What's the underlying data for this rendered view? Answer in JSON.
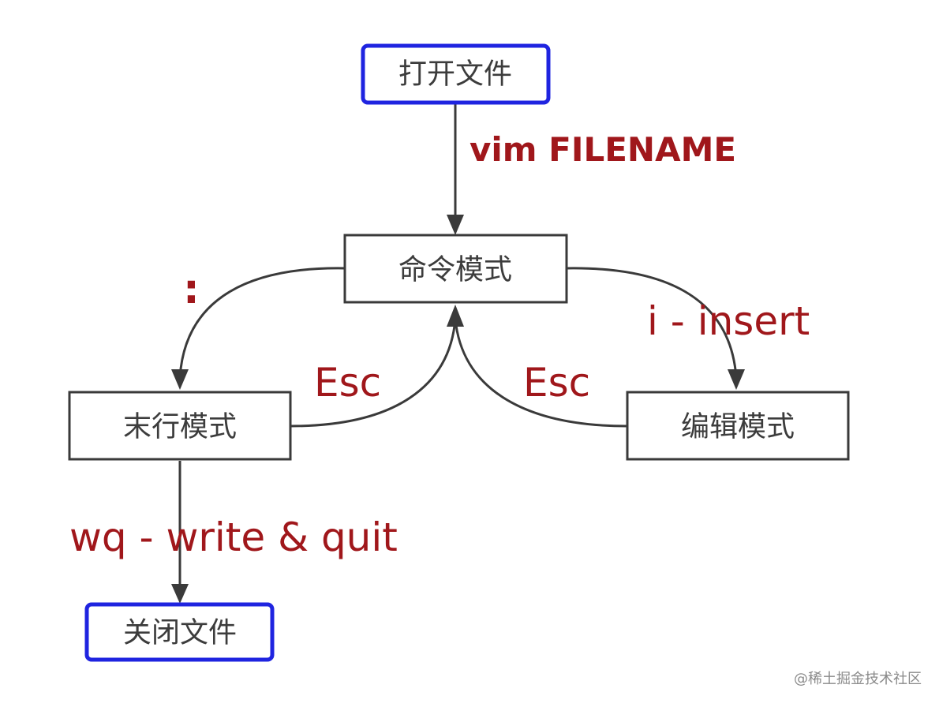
{
  "nodes": {
    "open_file": "打开文件",
    "command_mode": "命令模式",
    "last_line_mode": "末行模式",
    "edit_mode": "编辑模式",
    "close_file": "关闭文件"
  },
  "edges": {
    "open_to_command": "vim FILENAME",
    "command_to_last_line": ":",
    "last_line_to_command": "Esc",
    "command_to_edit": "i - insert",
    "edit_to_command": "Esc",
    "last_line_to_close": "wq - write & quit"
  },
  "colors": {
    "terminal_border": "#1f24e0",
    "node_border": "#3a3a3a",
    "label_text": "#a0171b"
  },
  "watermark": "@稀土掘金技术社区"
}
